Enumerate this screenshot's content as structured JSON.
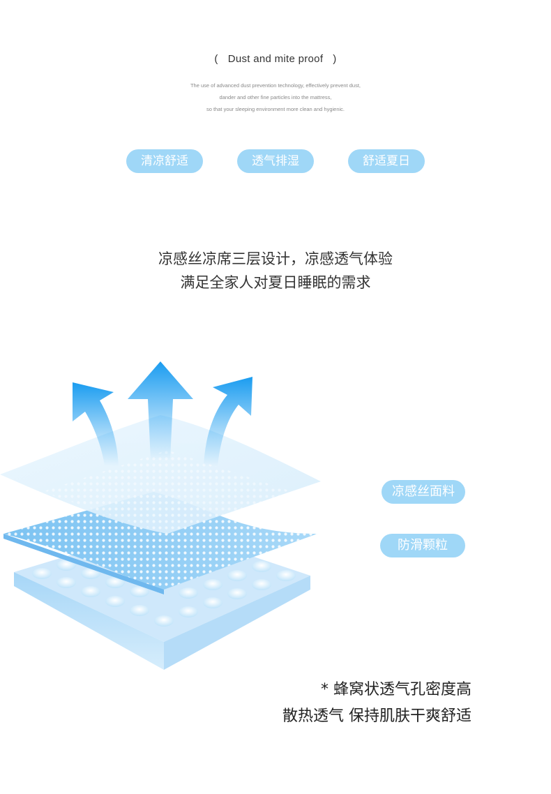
{
  "header": {
    "title": "Dust and mite proof",
    "paren_open": "(",
    "paren_close": ")",
    "description": [
      "The use of advanced dust prevention technology, effectively prevent dust,",
      "dander and other fine particles into the mattress,",
      "so that your sleeping environment more clean and hygienic."
    ]
  },
  "tags": [
    "清凉舒适",
    "透气排湿",
    "舒适夏日"
  ],
  "headline": [
    "凉感丝凉席三层设计，凉感透气体验",
    "满足全家人对夏日睡眠的需求"
  ],
  "layers": [
    "凉感丝面料",
    "防滑颗粒"
  ],
  "footer": [
    "* 蜂窝状透气孔密度高",
    "散热透气 保持肌肤干爽舒适"
  ],
  "colors": {
    "tag_bg": "#9fd7f7",
    "arrow": "#2aa8f2",
    "layer_light": "#cfe9fb",
    "layer_mid": "#8fcdf5"
  },
  "icons": [
    "arrow-up-icon",
    "arrow-left-icon",
    "arrow-right-icon"
  ]
}
